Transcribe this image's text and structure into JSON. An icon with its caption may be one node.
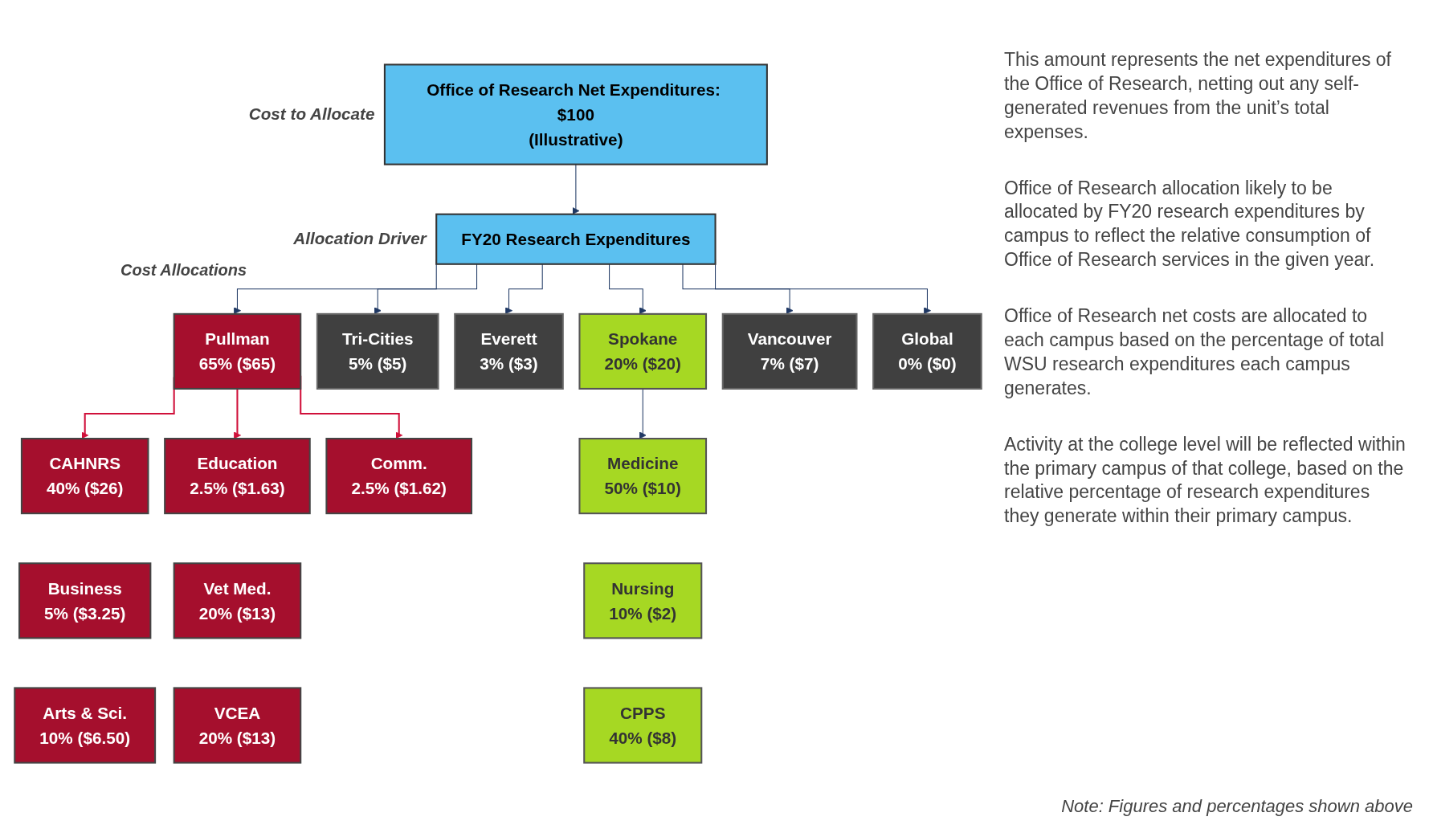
{
  "diagram": {
    "nodes": [
      {
        "text": [
          "Office of Research Net Expenditures: $100",
          "(Illustrative)"
        ],
        "beside": [
          "Cost to Allocate"
        ]
      },
      {
        "text": [
          "FY20 Research Expenditures"
        ],
        "beside": [
          "Allocation Driver"
        ]
      },
      {
        "text": [
          "Pullman",
          "65% ($65)"
        ]
      },
      {
        "text": [
          "Tri-Cities",
          "5% ($5)"
        ]
      },
      {
        "text": [
          "Everett",
          "3% ($3)"
        ]
      },
      {
        "text": [
          "Spokane",
          "20% ($20)"
        ]
      },
      {
        "text": [
          "Vancouver",
          "7% ($7)"
        ]
      },
      {
        "text": [
          "Global",
          "0% ($0)"
        ]
      },
      {
        "text": [
          "CAHNRS",
          "40% ($26)"
        ]
      },
      {
        "text": [
          "Education",
          "2.5% ($1.63)"
        ]
      },
      {
        "text": [
          "Comm.",
          "2.5% ($1.62)"
        ]
      },
      {
        "text": [
          "Medicine",
          "50% ($10)"
        ]
      },
      {
        "text": [
          "Business",
          "5% ($3.25)"
        ]
      },
      {
        "text": [
          "Vet Med.",
          "20% ($13)"
        ]
      },
      {
        "text": [
          "Nursing",
          "10% ($2)"
        ]
      },
      {
        "text": [
          "Arts & Sci.",
          "10% ($6.50)"
        ]
      },
      {
        "text": [
          "VCEA",
          "20% ($13)"
        ]
      },
      {
        "text": [
          "CPPS",
          "40% ($8)"
        ]
      }
    ],
    "edges": [
      {
        "from": 0,
        "to": 1,
        "arrow": "to"
      },
      {
        "from": 1,
        "to": 2,
        "arrow": "to"
      },
      {
        "from": 1,
        "to": 3,
        "arrow": "to"
      },
      {
        "from": 1,
        "to": 4,
        "arrow": "to"
      },
      {
        "from": 1,
        "to": 5,
        "arrow": "to"
      },
      {
        "from": 1,
        "to": 6,
        "arrow": "to"
      },
      {
        "from": 1,
        "to": 7,
        "arrow": "to"
      },
      {
        "from": 2,
        "to": 8,
        "arrow": "to",
        "color": "#d0103a"
      },
      {
        "from": 2,
        "to": 9,
        "arrow": "to",
        "color": "#d0103a"
      },
      {
        "from": 2,
        "to": 10,
        "arrow": "to",
        "color": "#d0103a"
      },
      {
        "from": 5,
        "to": 11,
        "arrow": "to"
      }
    ],
    "labels": [
      "Cost Allocations",
      "This amount represents the net expenditures of the Office of Research, netting out any self-generated revenues from the unit’s total expenses.",
      "Office of Research allocation likely to be allocated by FY20 research expenditures by campus to reflect the relative consumption of Office of Research services in the given year.",
      "Office of Research net costs are allocated to each campus based on the percentage of total WSU research expenditures each campus generates.",
      "Activity at the college level will be reflected within the primary campus of that college, based on the relative percentage of research expenditures they generate within their primary campus.",
      "Note: Figures and percentages shown above"
    ]
  }
}
